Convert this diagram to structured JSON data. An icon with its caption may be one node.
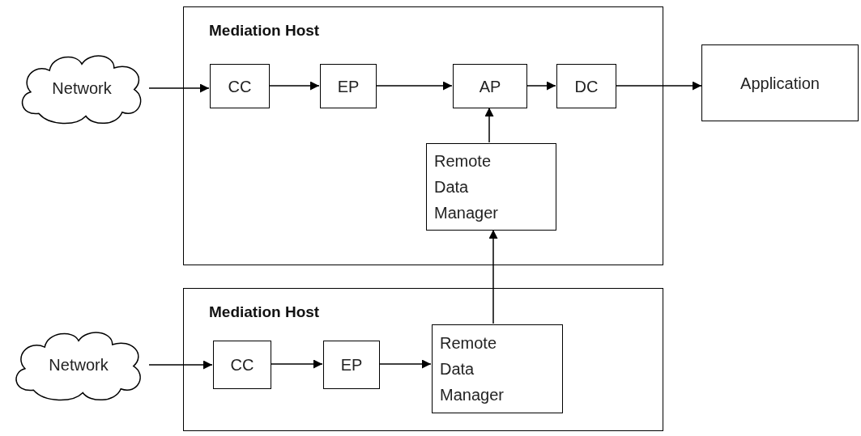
{
  "diagram": {
    "nodes": [
      {
        "text": [
          "Mediation Host"
        ]
      },
      {
        "text": [
          "Network"
        ]
      },
      {
        "text": [
          "CC"
        ],
        "in": 0
      },
      {
        "text": [
          "EP"
        ],
        "in": 0
      },
      {
        "text": [
          "AP"
        ],
        "in": 0
      },
      {
        "text": [
          "DC"
        ],
        "in": 0
      },
      {
        "text": [
          "Application"
        ]
      },
      {
        "text": [
          "Remote Data Manager"
        ],
        "in": 0
      },
      {
        "text": [
          "Mediation Host"
        ]
      },
      {
        "text": [
          "Network"
        ]
      },
      {
        "text": [
          "CC"
        ],
        "in": 8
      },
      {
        "text": [
          "EP"
        ],
        "in": 8
      },
      {
        "text": [
          "Remote Data Manager"
        ],
        "in": 8
      }
    ],
    "edges": [
      {
        "from": 1,
        "to": 2,
        "arrow": "to"
      },
      {
        "from": 2,
        "to": 3,
        "arrow": "to"
      },
      {
        "from": 3,
        "to": 4,
        "arrow": "to"
      },
      {
        "from": 4,
        "to": 5,
        "arrow": "to"
      },
      {
        "from": 5,
        "to": 6,
        "arrow": "to"
      },
      {
        "from": 7,
        "to": 4,
        "arrow": "to"
      },
      {
        "from": 12,
        "to": 7,
        "arrow": "to"
      },
      {
        "from": 9,
        "to": 10,
        "arrow": "to"
      },
      {
        "from": 10,
        "to": 11,
        "arrow": "to"
      },
      {
        "from": 11,
        "to": 12,
        "arrow": "to"
      }
    ]
  }
}
